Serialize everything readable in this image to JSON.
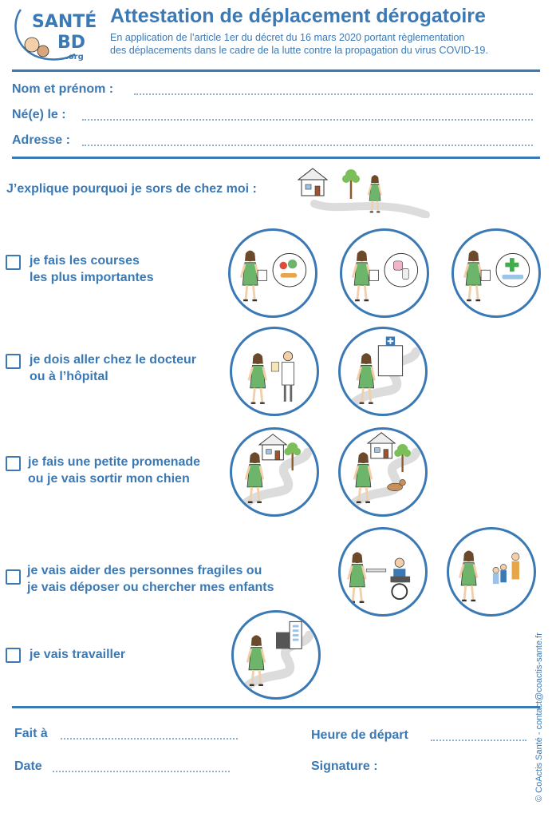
{
  "header": {
    "logo_line1": "SANTÉ",
    "logo_line2": "BD",
    "logo_line3": ".org",
    "title": "Attestation de déplacement dérogatoire",
    "subtitle_line1": "En application de l’article 1er du décret du 16 mars 2020 portant règlementation",
    "subtitle_line2": "des déplacements dans le cadre de la lutte contre la propagation du virus COVID-19."
  },
  "identity": {
    "name_label": "Nom et prénom :",
    "birth_label": "Né(e) le :",
    "address_label": "Adresse :"
  },
  "reason_prompt": "J’explique pourquoi je sors de chez moi  :",
  "options": [
    {
      "line1": "je fais les courses",
      "line2": "les plus importantes"
    },
    {
      "line1": "je dois aller chez le docteur",
      "line2": "ou à l’hôpital"
    },
    {
      "line1": "je fais une petite promenade",
      "line2": "ou je vais sortir mon chien"
    },
    {
      "line1": "je vais aider des personnes fragiles ou",
      "line2": "je vais déposer ou chercher mes enfants"
    },
    {
      "line1": "je vais travailler",
      "line2": ""
    }
  ],
  "footer": {
    "place_label": "Fait à",
    "date_label": "Date",
    "departure_label": "Heure de départ",
    "signature_label": "Signature :"
  },
  "credit": "© CoActis Santé - contact@coactis-sante.fr",
  "colors": {
    "brand_blue": "#3b79b5",
    "dress_green": "#6db56a",
    "path_grey": "#dcdcdc"
  }
}
